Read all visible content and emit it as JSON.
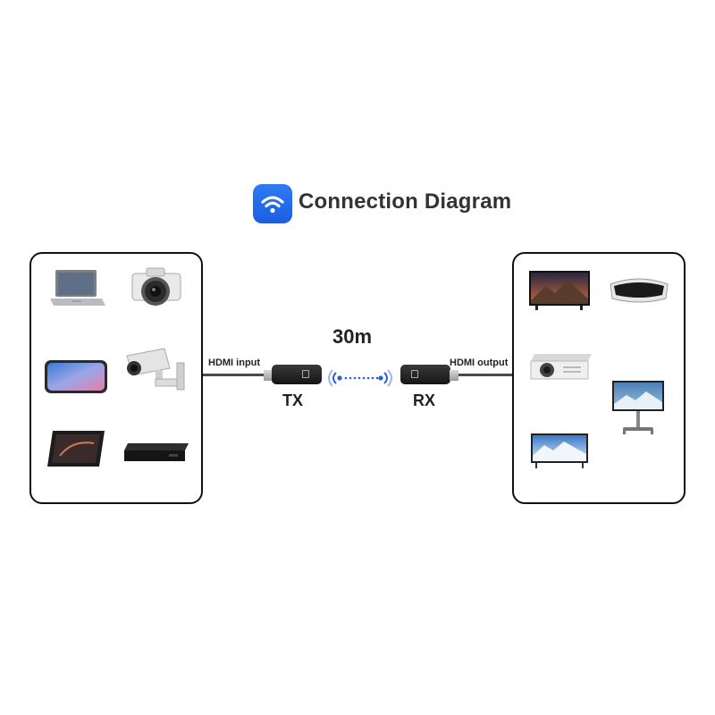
{
  "title": "Connection Diagram",
  "distance": "30m",
  "transmitter": {
    "label": "TX",
    "port_label": "HDMI input"
  },
  "receiver": {
    "label": "RX",
    "port_label": "HDMI output"
  },
  "source_devices": [
    "laptop-icon",
    "camera-icon",
    "smartphone-icon",
    "security-camera-icon",
    "tablet-icon",
    "set-top-box-icon"
  ],
  "display_devices": [
    "tv-icon",
    "vr-headset-icon",
    "projector-icon",
    "monitor-on-stand-icon",
    "smart-tv-icon"
  ],
  "colors": {
    "accent": "#1f67e8",
    "signal": "#2b5fd6",
    "border": "#111111"
  }
}
